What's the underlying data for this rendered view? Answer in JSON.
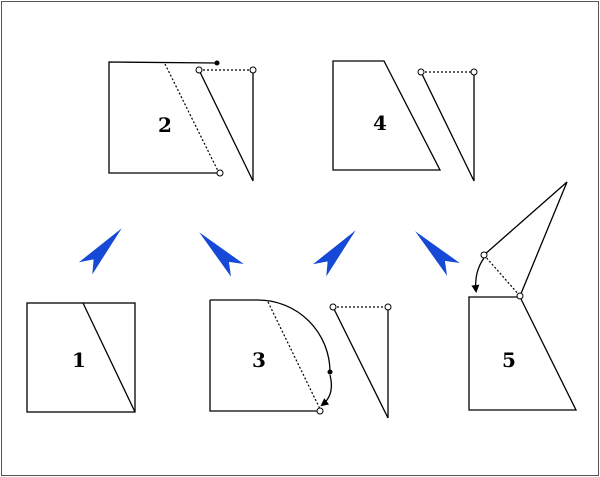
{
  "colors": {
    "ink": "#000000",
    "arrow": "#1549d6",
    "frame": "#555555",
    "background": "#ffffff"
  },
  "steps": [
    {
      "id": "1",
      "label": "1"
    },
    {
      "id": "2",
      "label": "2"
    },
    {
      "id": "3",
      "label": "3"
    },
    {
      "id": "4",
      "label": "4"
    },
    {
      "id": "5",
      "label": "5"
    }
  ]
}
